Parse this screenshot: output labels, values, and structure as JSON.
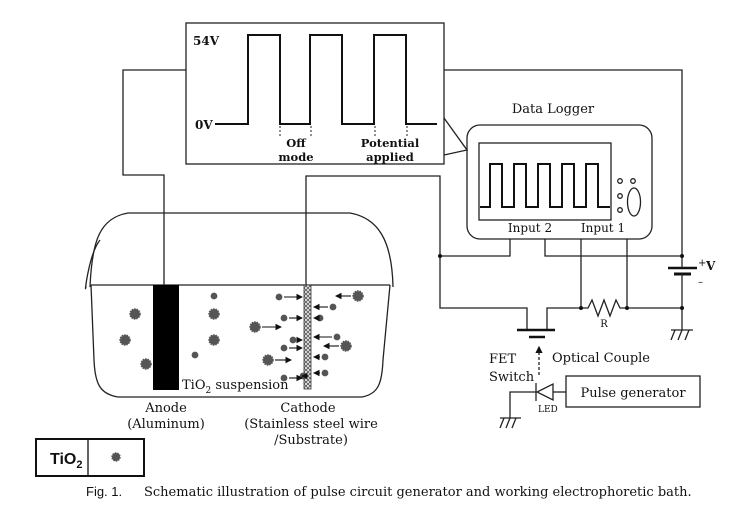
{
  "figure": {
    "caption_number": "Fig. 1.",
    "caption_text": "Schematic illustration of pulse circuit generator and working electrophoretic bath."
  },
  "waveform_inset": {
    "high_label": "54V",
    "low_label": "0V",
    "off_label_line1": "Off",
    "off_label_line2": "mode",
    "on_label_line1": "Potential",
    "on_label_line2": "applied",
    "pulse_count": 3
  },
  "data_logger": {
    "title": "Data Logger",
    "input2_label": "Input 2",
    "input1_label": "Input 1",
    "screen_pulse_count": 5
  },
  "circuit": {
    "battery_plus": "+",
    "battery_label": "V",
    "battery_minus": "–",
    "resistor_label": "R",
    "fet_label_line1": "FET",
    "fet_label_line2": "Switch",
    "optical_label": "Optical Couple",
    "led_label": "LED",
    "pulse_generator_label": "Pulse generator"
  },
  "bath": {
    "suspension_label_prefix": "TiO",
    "suspension_label_sub": "2",
    "suspension_label_suffix": " suspension",
    "anode_line1": "Anode",
    "anode_line2": "(Aluminum)",
    "cathode_line1": "Cathode",
    "cathode_line2": "(Stainless steel wire",
    "cathode_line3": "/Substrate)"
  },
  "legend": {
    "label_prefix": "TiO",
    "label_sub": "2",
    "symbol": "particle"
  },
  "colors": {
    "line": "#222222",
    "particle": "#555555",
    "electrode": "#000000"
  }
}
